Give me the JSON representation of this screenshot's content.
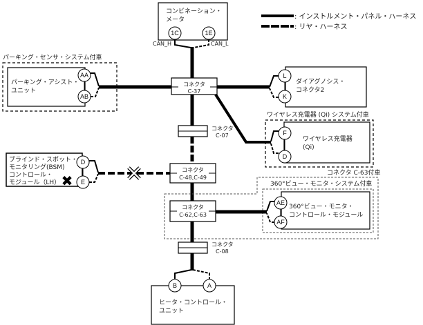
{
  "legend": {
    "instrument_panel_harness": ": インストルメント・パネル・ハーネス",
    "rear_harness": ": リヤ・ハーネス"
  },
  "colors": {
    "line": "#000000",
    "background": "#ffffff",
    "dashed_group": "#444444"
  },
  "combination_meter": {
    "name_line1": "コンビネーション・",
    "name_line2": "メータ",
    "pin_h": "1C",
    "pin_l": "1E",
    "label_h": "CAN_H",
    "label_l": "CAN_L"
  },
  "parking_sensor_group": {
    "title": "パーキング・センサ・システム付車",
    "unit_line1": "パーキング・アシスト・",
    "unit_line2": "ユニット",
    "pin_h": "AA",
    "pin_l": "AB"
  },
  "diagnosis_connector": {
    "name_line1": "ダイアグノシス・",
    "name_line2": "コネクタ2",
    "pin_h": "L",
    "pin_l": "K"
  },
  "wireless_charger_group": {
    "title": "ワイヤレス充電器 (Qi) システム付車",
    "unit_line1": "ワイヤレス充電器",
    "unit_line2": "(Qi)",
    "pin_h": "F",
    "pin_l": "D"
  },
  "bsm_module": {
    "name_line1": "ブラインド・スポット・",
    "name_line2": "モニタリング(BSM)",
    "name_line3": "コントロール・",
    "name_line4": "モジュール（LH）",
    "pin_h": "D",
    "pin_l": "E",
    "fault_marker": "✖"
  },
  "connector_c63_group": {
    "title": "コネクタ C-63付車"
  },
  "view360_group": {
    "title": "360°ビュー・モニタ・システム付車",
    "unit_line1": "360°ビュー・モニタ・",
    "unit_line2": "コントロール・モジュール",
    "pin_h": "AE",
    "pin_l": "AF"
  },
  "heater_control": {
    "name_line1": "ヒータ・コントロール・",
    "name_line2": "ユニット",
    "pin_h": "B",
    "pin_l": "A"
  },
  "connectors": {
    "c37": {
      "title": "コネクタ",
      "id": "C-37"
    },
    "c07": {
      "title": "コネクタ",
      "id": "C-07"
    },
    "c48": {
      "title": "コネクタ",
      "id": "C-48,C-49"
    },
    "c62": {
      "title": "コネクタ",
      "id": "C-62,C-63"
    },
    "c08": {
      "title": "コネクタ",
      "id": "C-08"
    }
  }
}
